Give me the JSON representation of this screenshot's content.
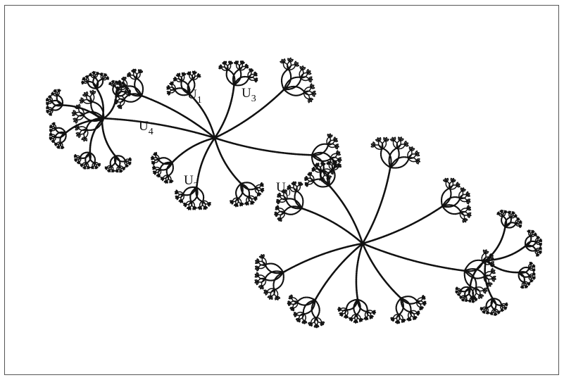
{
  "figure": {
    "colors": {
      "background": "#ffffff",
      "ink": "#111111",
      "frame": "#555555"
    },
    "labels": [
      {
        "id": "u0",
        "letter": "U",
        "index": "0"
      },
      {
        "id": "u1",
        "letter": "U",
        "index": "1"
      },
      {
        "id": "u2",
        "letter": "U",
        "index": "2"
      },
      {
        "id": "u3",
        "letter": "U",
        "index": "3"
      },
      {
        "id": "u4",
        "letter": "U",
        "index": "4"
      }
    ]
  }
}
